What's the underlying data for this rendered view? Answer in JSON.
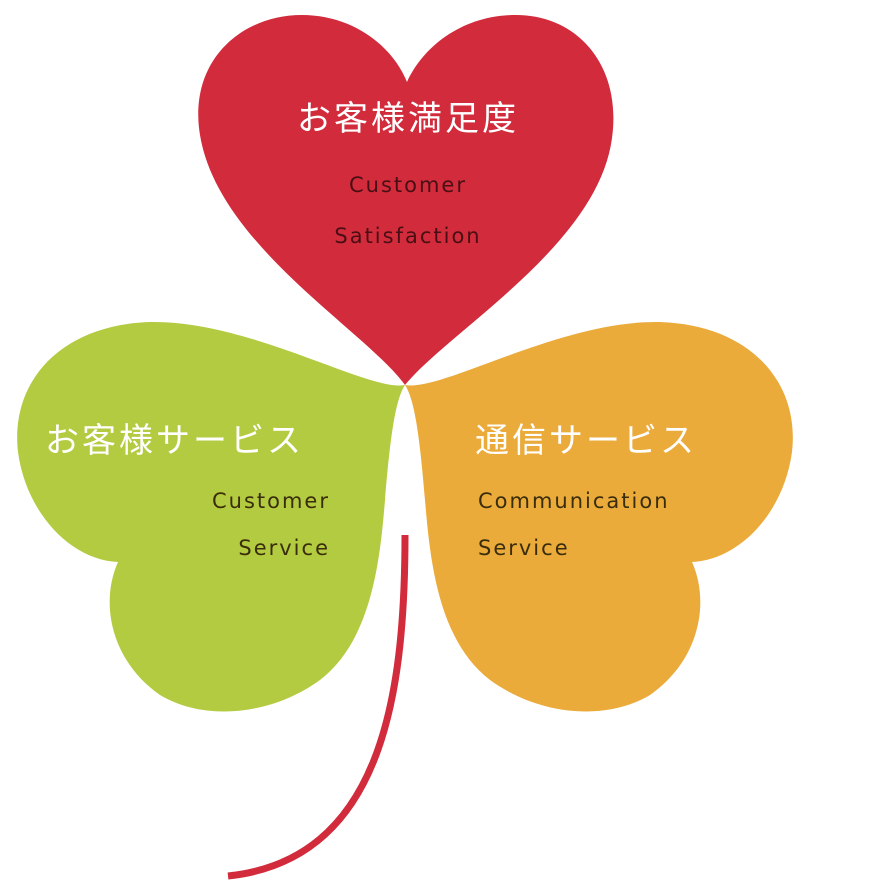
{
  "colors": {
    "heart": "#d12b3c",
    "green_leaf": "#b3cb40",
    "orange_leaf": "#eaab3b",
    "stem": "#d12b3c",
    "heart_en_text": "#4a0f14",
    "leaf_en_text": "#3a2d0c"
  },
  "heart": {
    "title_jp": "お客様満足度",
    "line1": "Customer",
    "line2": "Satisfaction"
  },
  "left_leaf": {
    "title_jp": "お客様サービス",
    "line1": "Customer",
    "line2": "Service"
  },
  "right_leaf": {
    "title_jp": "通信サービス",
    "line1": "Communication",
    "line2": "Service"
  }
}
